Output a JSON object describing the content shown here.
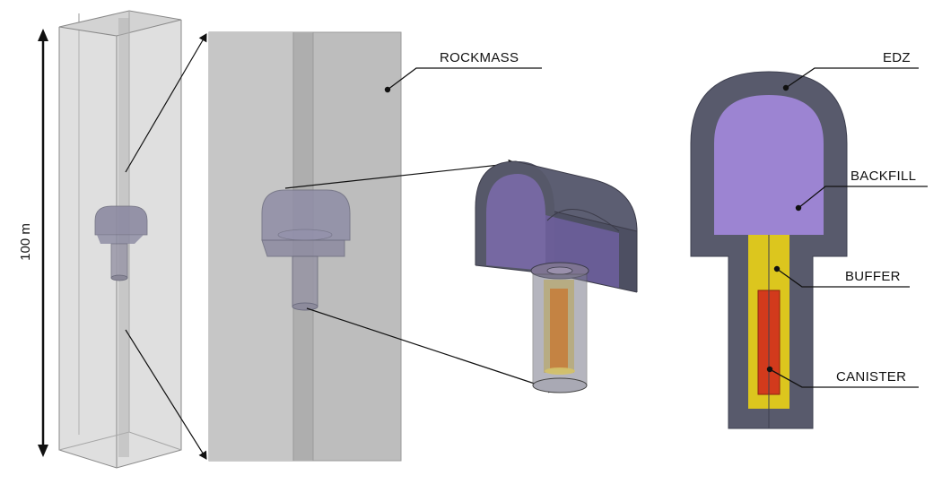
{
  "labels": {
    "rockmass": "ROCKMASS",
    "edz": "EDZ",
    "backfill": "BACKFILL",
    "buffer": "BUFFER",
    "canister": "CANISTER"
  },
  "dimension": {
    "height": "100 m"
  },
  "colors": {
    "rockmass": "#b8b8b8",
    "rockmass_light": "#c9c9c9",
    "edz": "#585a6c",
    "backfill": "#9c84d2",
    "buffer": "#dcc61e",
    "canister": "#d23a1c",
    "line": "#111111"
  }
}
